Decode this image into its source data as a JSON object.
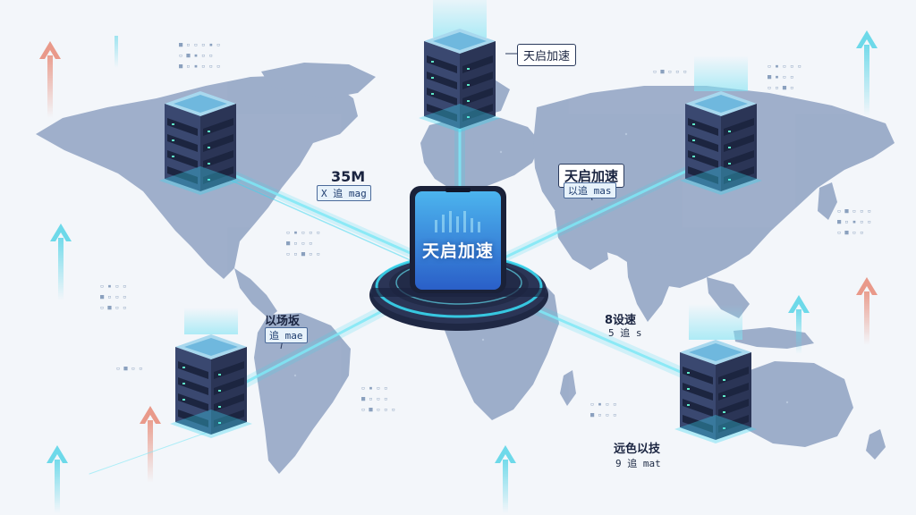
{
  "app_name": "天启加速",
  "callouts": {
    "top": {
      "label": "天启加速"
    },
    "right": {
      "label": "天启加速",
      "sub": "以追 mas"
    },
    "left_north": {
      "label": "35M",
      "sub": "X 追 mag"
    },
    "left_south": {
      "label": "以场坂",
      "sub": "追 mae"
    },
    "africa": {
      "label": "8设速",
      "sub": "5 追 s"
    },
    "bottom_right": {
      "label": "远色以技",
      "sub": "9 追 mat"
    }
  },
  "colors": {
    "map": "#8fa2c2",
    "server_dark": "#2b3556",
    "server_light": "#8ccbe8",
    "beam": "#39d7f0",
    "phone_top": "#3aa0e6",
    "phone_bottom": "#2a5fc8",
    "arrow_cyan": "#5fd6e8",
    "arrow_red": "#e8907e"
  },
  "icons": [
    "server-icon",
    "smartphone-icon",
    "world-map",
    "upload-arrow-icon"
  ]
}
